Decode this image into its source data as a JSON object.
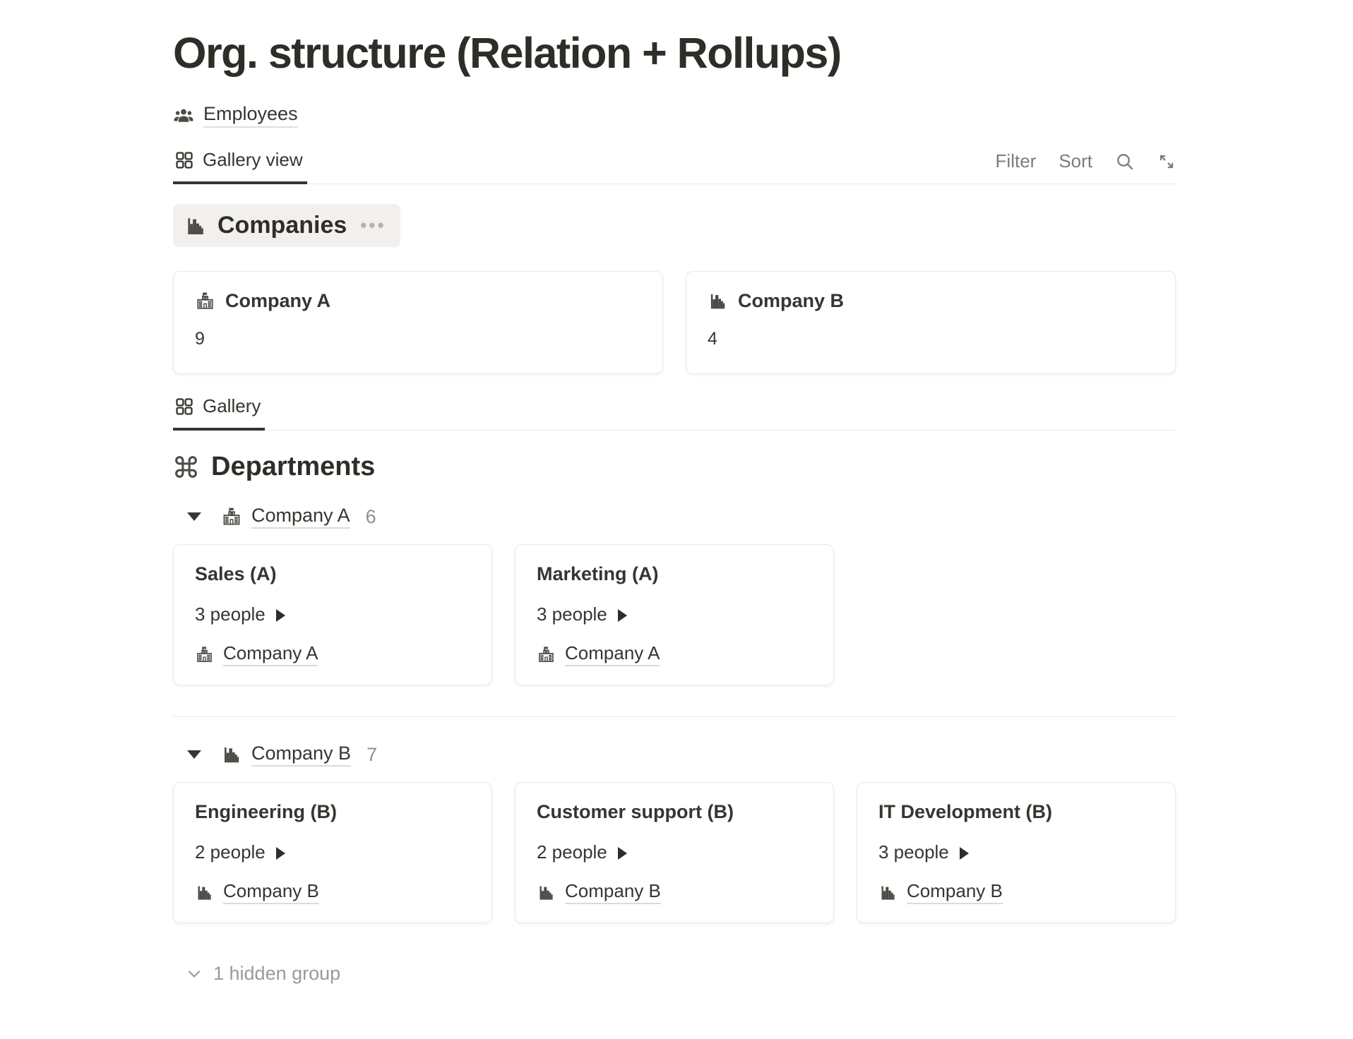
{
  "page": {
    "title": "Org. structure (Relation + Rollups)"
  },
  "breadcrumb": {
    "label": "Employees"
  },
  "toolbar": {
    "tab_label": "Gallery view",
    "filter_label": "Filter",
    "sort_label": "Sort"
  },
  "companies_section": {
    "title": "Companies",
    "menu_ellipsis": "•••",
    "cards": [
      {
        "name": "Company A",
        "icon": "school-building-icon",
        "value": "9"
      },
      {
        "name": "Company B",
        "icon": "factory-icon",
        "value": "4"
      }
    ]
  },
  "gallery_toolbar": {
    "tab_label": "Gallery"
  },
  "departments_section": {
    "title": "Departments",
    "groups": [
      {
        "name": "Company A",
        "icon": "school-building-icon",
        "count": "6",
        "cards": [
          {
            "title": "Sales (A)",
            "people": "3 people",
            "company": "Company A"
          },
          {
            "title": "Marketing (A)",
            "people": "3 people",
            "company": "Company A"
          }
        ]
      },
      {
        "name": "Company B",
        "icon": "factory-icon",
        "count": "7",
        "cards": [
          {
            "title": "Engineering (B)",
            "people": "2 people",
            "company": "Company B"
          },
          {
            "title": "Customer support (B)",
            "people": "2 people",
            "company": "Company B"
          },
          {
            "title": "IT Development (B)",
            "people": "3 people",
            "company": "Company B"
          }
        ]
      }
    ]
  },
  "footer": {
    "hidden_groups": "1 hidden group"
  },
  "colors": {
    "text": "#37352f",
    "secondary_text": "#7d7c78",
    "count_gray": "#8f8e89",
    "muted_gray": "#9b9a97",
    "border": "#e9e9e7",
    "pill_background": "#f1f0ee",
    "active_tab_underline": "#37352f"
  }
}
